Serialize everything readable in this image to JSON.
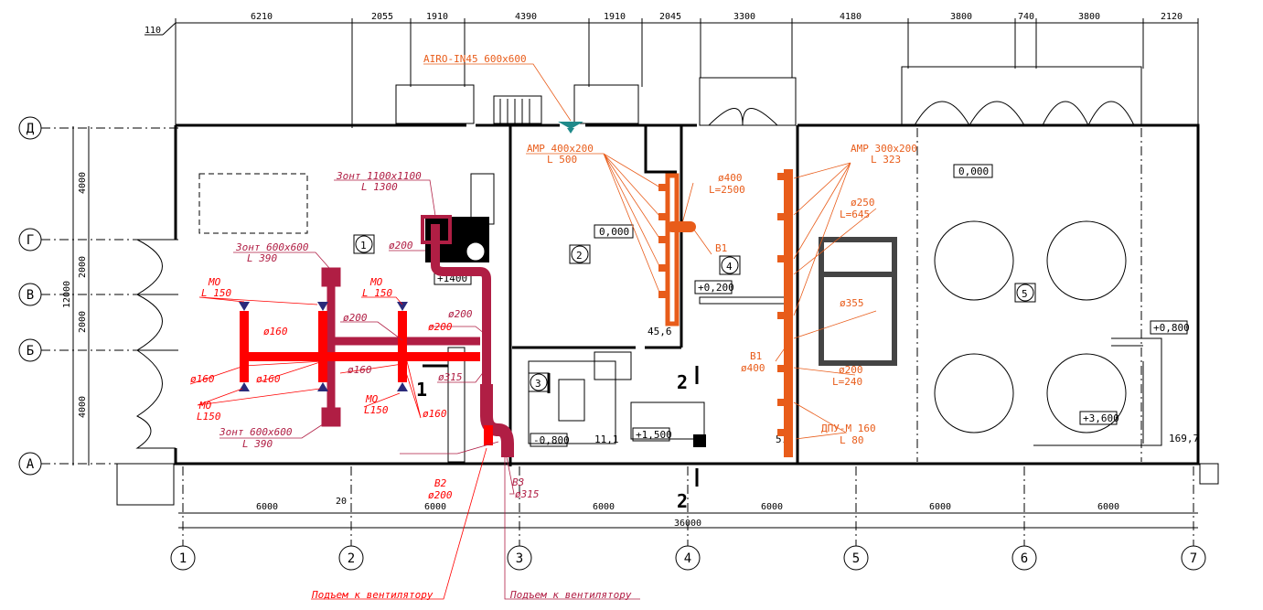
{
  "drawing": {
    "top_dimensions": [
      "6210",
      "2055",
      "1910",
      "4390",
      "1910",
      "2045",
      "3300",
      "4180",
      "3800",
      "740",
      "3800",
      "2120"
    ],
    "top_offset": "110",
    "bottom_dimensions": [
      "6000",
      "6000",
      "6000",
      "6000",
      "6000",
      "6000"
    ],
    "bottom_total": "36000",
    "bottom_offset": "20",
    "left_dimensions": [
      "4000",
      "2000",
      "2000",
      "4000"
    ],
    "left_total": "12000",
    "row_axes": [
      "Д",
      "Г",
      "В",
      "Б",
      "А"
    ],
    "column_axes": [
      "1",
      "2",
      "3",
      "4",
      "5",
      "6",
      "7"
    ],
    "rooms": [
      "1",
      "2",
      "3",
      "4",
      "5"
    ],
    "levels": [
      "0,000",
      "0,000",
      "+1400",
      "+0,200",
      "+0,800",
      "+3,600",
      "-0,800",
      "+1,500"
    ],
    "areas": [
      "45,6",
      "11,1",
      "169,7",
      "57"
    ],
    "section_marks": [
      "1",
      "2",
      "2"
    ],
    "colors": {
      "supply_red": "#ff0000",
      "exhaust_crimson": "#b01e44",
      "orange": "#e85c1a",
      "teal": "#1f8a8a"
    }
  },
  "labels": {
    "airo": "AIRO-IN45 600x600",
    "amp1_a": "АМР 400x200",
    "amp1_b": "L 500",
    "amp2_a": "АМР 300x200",
    "amp2_b": "L 323",
    "d400_a": "ø400",
    "d400_b": "L=2500",
    "b1": "В1",
    "d250_a": "ø250",
    "d250_b": "L=645",
    "d355": "ø355",
    "b1b_a": "В1",
    "b1b_b": "ø400",
    "d200o_a": "ø200",
    "d200o_b": "L=240",
    "dpu_a": "ДПУ-М 160",
    "dpu_b": "L 80",
    "zont1_a": "Зонт 1100x1100",
    "zont1_b": "L 1300",
    "zont2_a": "Зонт 600x600",
    "zont2_b": "L 390",
    "zont3_a": "Зонт 600x600",
    "zont3_b": "L 390",
    "mo1_a": "МО",
    "mo1_b": "L 150",
    "mo2_a": "МО",
    "mo2_b": "L 150",
    "mo3_a": "МО",
    "mo3_b": "L150",
    "mo4_a": "МО",
    "mo4_b": "L150",
    "d200_z": "ø200",
    "d160_1": "ø160",
    "d160_2": "ø160",
    "d160_3": "ø160",
    "d160_4": "ø160",
    "d160_5": "ø160",
    "d200_1": "ø200",
    "d200_2": "ø200",
    "d200_3": "ø200",
    "d315": "ø315",
    "b2_a": "В2",
    "b2_b": "ø200",
    "b3_a": "В3",
    "b3_b": "ø315",
    "rise1": "Подъем к вентилятору",
    "rise2": "Подъем к вентилятору"
  }
}
